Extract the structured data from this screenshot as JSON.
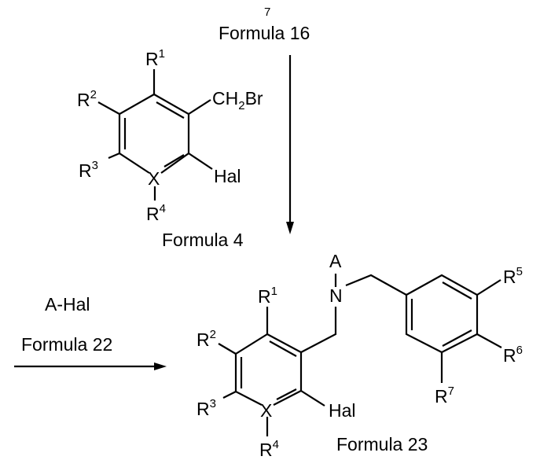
{
  "reagent_top": {
    "label": "Formula 16",
    "mark": "7"
  },
  "starting_material": {
    "label": "Formula 4",
    "substituents": {
      "r1": "R",
      "r1_sup": "1",
      "r2": "R",
      "r2_sup": "2",
      "r3": "R",
      "r3_sup": "3",
      "r4": "R",
      "r4_sup": "4",
      "x": "X",
      "ch2br_a": "CH",
      "ch2br_sub": "2",
      "ch2br_b": "Br",
      "hal": "Hal"
    }
  },
  "reagent_left": {
    "name": "A-Hal",
    "label": "Formula 22"
  },
  "product": {
    "label": "Formula 23",
    "substituents": {
      "r1": "R",
      "r1_sup": "1",
      "r2": "R",
      "r2_sup": "2",
      "r3": "R",
      "r3_sup": "3",
      "r4": "R",
      "r4_sup": "4",
      "x": "X",
      "hal": "Hal",
      "n": "N",
      "a": "A",
      "r5": "R",
      "r5_sup": "5",
      "r6": "R",
      "r6_sup": "6",
      "r7": "R",
      "r7_sup": "7"
    }
  }
}
